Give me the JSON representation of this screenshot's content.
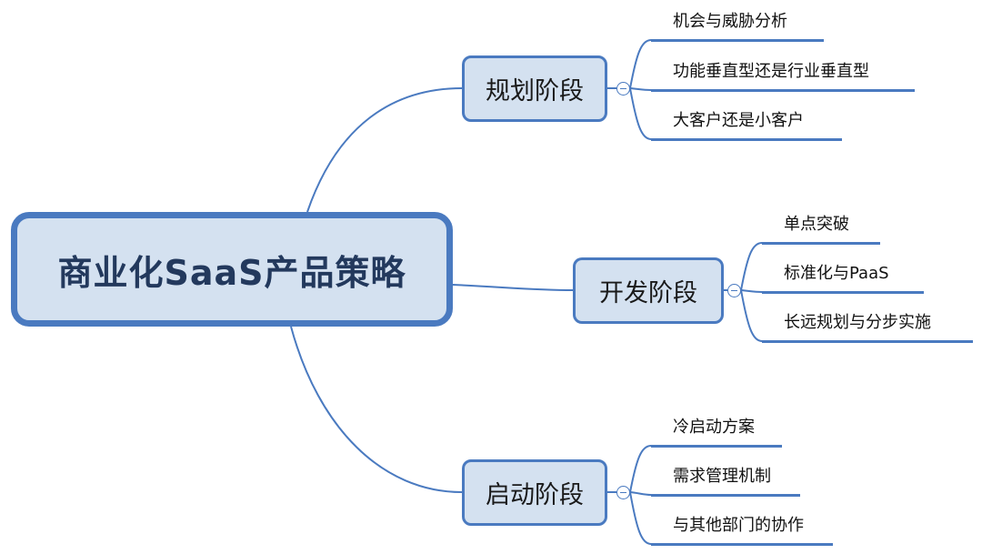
{
  "root": {
    "label": "商业化SaaS产品策略"
  },
  "branches": [
    {
      "label": "规划阶段",
      "children": [
        "机会与威胁分析",
        "功能垂直型还是行业垂直型",
        "大客户还是小客户"
      ]
    },
    {
      "label": "开发阶段",
      "children": [
        "单点突破",
        "标准化与PaaS",
        "长远规划与分步实施"
      ]
    },
    {
      "label": "启动阶段",
      "children": [
        "冷启动方案",
        "需求管理机制",
        "与其他部门的协作"
      ]
    }
  ],
  "colors": {
    "accent": "#4a7ac0",
    "node_fill": "#d4e1f0",
    "root_text": "#23395d",
    "background": "#ffffff"
  },
  "icons": {
    "collapse": "collapse-minus-icon"
  }
}
